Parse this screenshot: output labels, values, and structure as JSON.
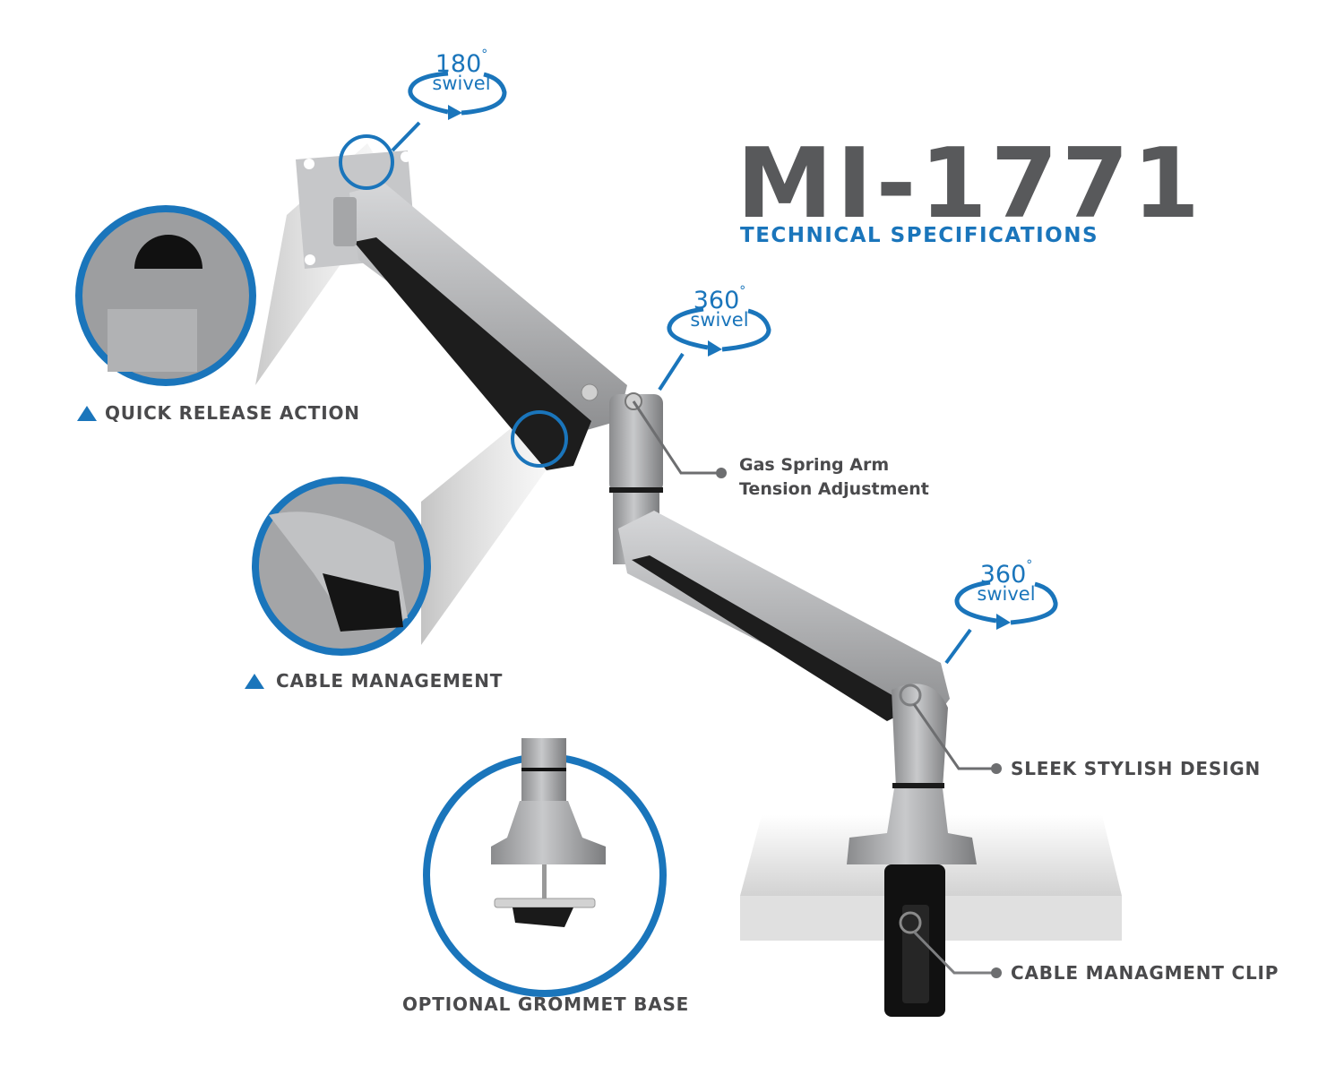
{
  "header": {
    "model": "MI-1771",
    "subtitle": "TECHNICAL SPECIFICATIONS"
  },
  "colors": {
    "accent_blue": "#1a75bb",
    "text_gray": "#4a4a4c",
    "title_gray": "#58595b",
    "arm_silver": "#b3b4b6",
    "arm_dark": "#1c1c1c"
  },
  "swivel_badges": [
    {
      "degrees": "180",
      "unit": "°",
      "word": "swivel",
      "position": "monitor-head"
    },
    {
      "degrees": "360",
      "unit": "°",
      "word": "swivel",
      "position": "elbow-joint"
    },
    {
      "degrees": "360",
      "unit": "°",
      "word": "swivel",
      "position": "base-pole"
    }
  ],
  "callouts_left": [
    {
      "label": "QUICK RELEASE ACTION",
      "icon": "triangle-icon"
    },
    {
      "label": "CABLE MANAGEMENT",
      "icon": "triangle-icon"
    },
    {
      "label": "OPTIONAL GROMMET BASE",
      "icon": null
    }
  ],
  "callouts_right": [
    {
      "line1": "Gas Spring Arm",
      "line2": "Tension Adjustment"
    },
    {
      "label": "SLEEK STYLISH DESIGN"
    },
    {
      "label": "CABLE MANAGMENT CLIP"
    }
  ]
}
